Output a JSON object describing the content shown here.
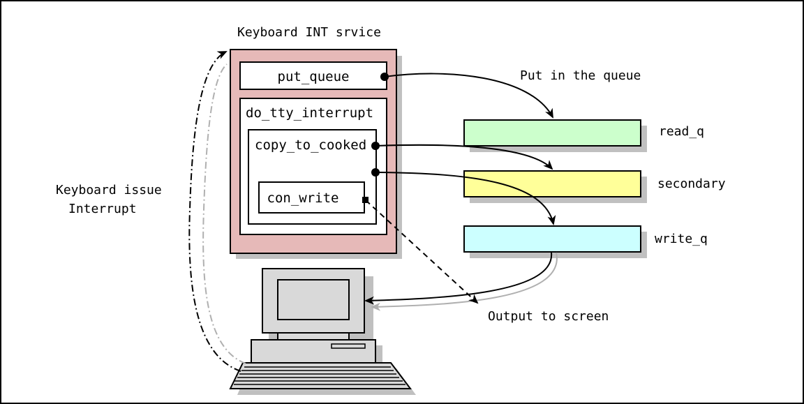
{
  "diagram": {
    "title": "Keyboard INT srvice",
    "service_boxes": {
      "put_queue": "put_queue",
      "do_tty_interrupt": "do_tty_interrupt",
      "copy_to_cooked": "copy_to_cooked",
      "con_write": "con_write"
    },
    "queues": [
      {
        "label": "read_q",
        "color": "#ccffcc"
      },
      {
        "label": "secondary",
        "color": "#ffff99"
      },
      {
        "label": "write_q",
        "color": "#ccffff"
      }
    ],
    "annotations": {
      "put_in_queue": "Put in the queue",
      "output_to_screen": "Output to screen",
      "keyboard_issue_line1": "Keyboard issue",
      "keyboard_issue_line2": "Interrupt"
    },
    "colors": {
      "service_fill": "#e6b9b8",
      "shadow": "#c0c0c0",
      "computer_fill": "#d9d9d9"
    }
  }
}
